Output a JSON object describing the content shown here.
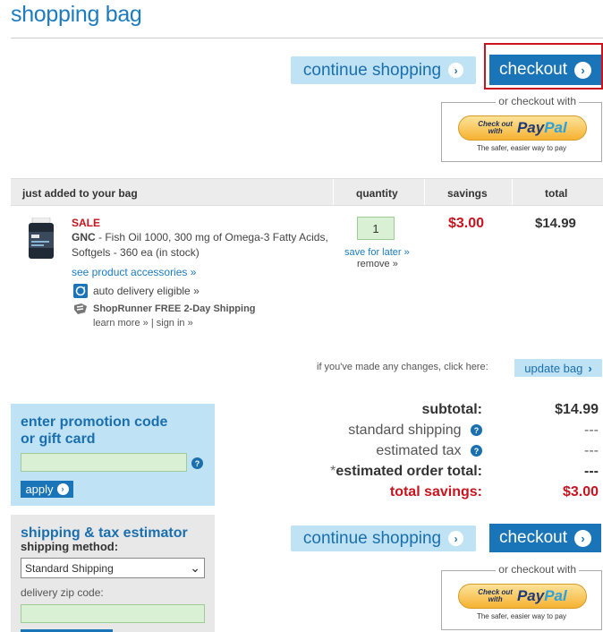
{
  "title": "shopping bag",
  "buttons": {
    "continue_shopping": "continue shopping",
    "checkout": "checkout",
    "update_bag": "update bag",
    "apply": "apply"
  },
  "paypal": {
    "caption": "or checkout with",
    "small_line1": "Check out",
    "small_line2": "with",
    "logo_a": "Pay",
    "logo_b": "Pal",
    "tagline": "The safer, easier way to pay"
  },
  "table": {
    "headers": [
      "just added to your bag",
      "quantity",
      "savings",
      "total"
    ]
  },
  "item": {
    "sale": "SALE",
    "brand": "GNC",
    "name": " - Fish Oil 1000, 300 mg of Omega-3 Fatty Acids, Softgels - 360 ea (in stock)",
    "accessories": "see product accessories »",
    "auto_delivery": "auto delivery eligible »",
    "shoprunner": "ShopRunner FREE 2-Day Shipping",
    "learn_more": "learn more »",
    "sign_in": "sign in »",
    "quantity": "1",
    "save_later": "save for later »",
    "remove": "remove »",
    "savings": "$3.00",
    "total": "$14.99"
  },
  "update_note": "if you've made any changes, click here:",
  "promo": {
    "title_line1": "enter promotion code",
    "title_line2": "or gift card"
  },
  "estimator": {
    "title": "shipping & tax estimator",
    "method_label": "shipping method:",
    "method_value": "Standard Shipping",
    "zip_label": "delivery zip code:"
  },
  "summary": {
    "subtotal_label": "subtotal:",
    "subtotal_value": "$14.99",
    "shipping_label": "standard shipping",
    "shipping_value": "---",
    "tax_label": "estimated tax",
    "tax_value": "---",
    "order_total_label": "estimated order total:",
    "order_total_value": "---",
    "savings_label": "total savings:",
    "savings_value": "$3.00"
  },
  "colors": {
    "brand_blue": "#1d7bbf",
    "sale_red": "#c8141e",
    "panel_blue": "#bfe2f4"
  }
}
